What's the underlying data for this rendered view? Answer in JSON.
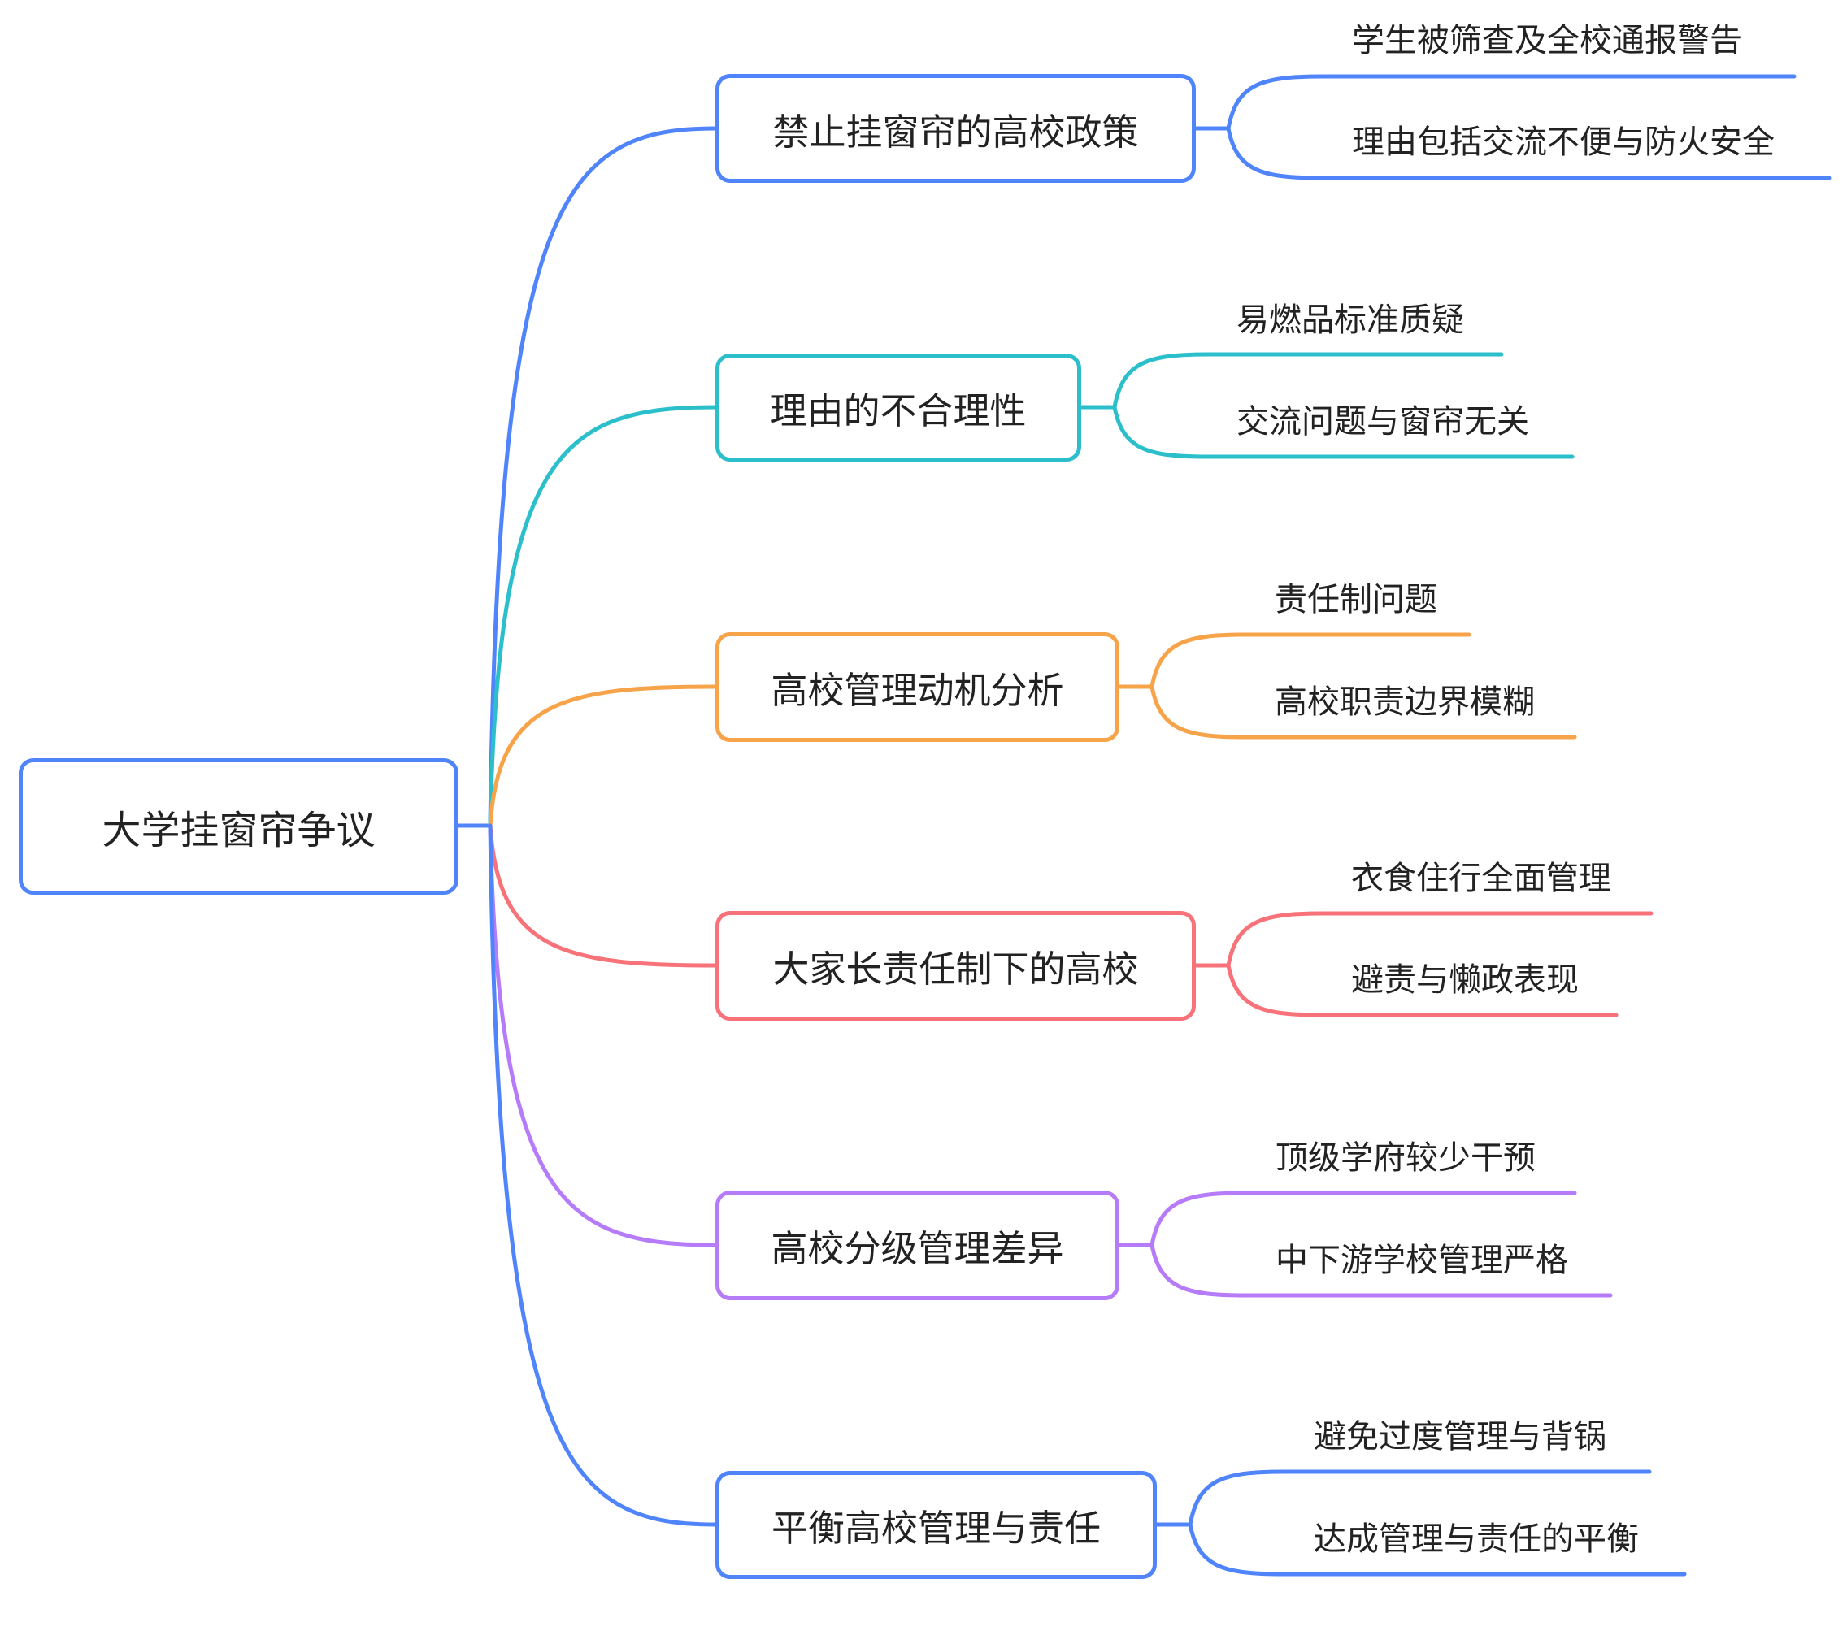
{
  "root": {
    "label": "大学挂窗帘争议",
    "color": "#4f84fb"
  },
  "topics": [
    {
      "label": "禁止挂窗帘的高校政策",
      "color": "#4f84fb",
      "children": [
        {
          "label": "学生被筛查及全校通报警告"
        },
        {
          "label": "理由包括交流不便与防火安全"
        }
      ]
    },
    {
      "label": "理由的不合理性",
      "color": "#2bbfcb",
      "children": [
        {
          "label": "易燃品标准质疑"
        },
        {
          "label": "交流问题与窗帘无关"
        }
      ]
    },
    {
      "label": "高校管理动机分析",
      "color": "#f6a34a",
      "children": [
        {
          "label": "责任制问题"
        },
        {
          "label": "高校职责边界模糊"
        }
      ]
    },
    {
      "label": "大家长责任制下的高校",
      "color": "#f8727a",
      "children": [
        {
          "label": "衣食住行全面管理"
        },
        {
          "label": "避责与懒政表现"
        }
      ]
    },
    {
      "label": "高校分级管理差异",
      "color": "#b67bf8",
      "children": [
        {
          "label": "顶级学府较少干预"
        },
        {
          "label": "中下游学校管理严格"
        }
      ]
    },
    {
      "label": "平衡高校管理与责任",
      "color": "#4f84fb",
      "children": [
        {
          "label": "避免过度管理与背锅"
        },
        {
          "label": "达成管理与责任的平衡"
        }
      ]
    }
  ]
}
